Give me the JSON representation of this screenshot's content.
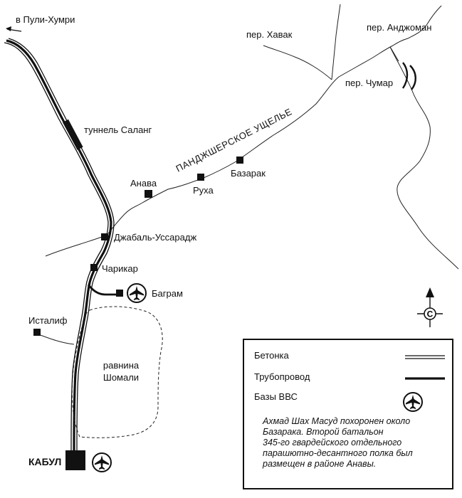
{
  "places": {
    "puli_khumri": "в Пули-Хумри",
    "salang": "туннель Саланг",
    "khavak": "пер. Хавак",
    "anjoman": "пер. Анджоман",
    "chumar": "пер. Чумар",
    "gorge": "ПАНДЖШЕРСКОЕ УЩЕЛЬЕ",
    "bazarak": "Базарак",
    "anava": "Анава",
    "rukha": "Руха",
    "jabal": "Джабаль-Уссарадж",
    "charikar": "Чарикар",
    "bagram": "Баграм",
    "istalif": "Исталиф",
    "plain": [
      "равнина",
      "Шомали"
    ],
    "kabul": "КАБУЛ"
  },
  "compass": {
    "letter": "С"
  },
  "legend": {
    "road": "Бетонка",
    "pipeline": "Трубопровод",
    "airbase": "Базы ВВС"
  },
  "note": [
    "Ахмад Шах Масуд похоронен около",
    "Базарака. Второй батальон",
    "345-го гвардейского отдельного",
    "парашютно-десантного полка был",
    "размещен в районе Анавы."
  ],
  "icons": [
    "plane-icon",
    "compass-icon",
    "arrow-left-icon",
    "square-marker-icon"
  ]
}
